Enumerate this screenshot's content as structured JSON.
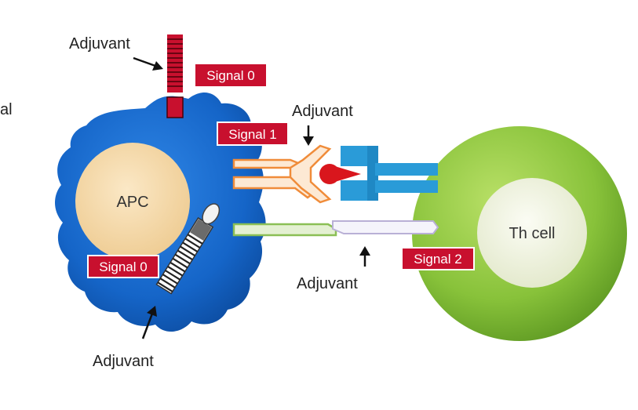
{
  "labels": {
    "adjuvant_top": "Adjuvant",
    "adjuvant_mid": "Adjuvant",
    "adjuvant_low": "Adjuvant",
    "adjuvant_bottom": "Adjuvant",
    "signal0_top": "Signal 0",
    "signal1": "Signal 1",
    "signal2": "Signal 2",
    "signal0_bottom": "Signal 0",
    "apc": "APC",
    "th_cell": "Th cell",
    "left_cut_text": "al"
  },
  "colors": {
    "apc_blue": "#1f6fd1",
    "nucleus": "#f6dcb0",
    "th_green": "#8cc43c",
    "th_nucleus": "#f2f5e6",
    "signal_red": "#c8102e",
    "mhc_orange": "#f08c3a",
    "tcr_blue": "#2a9bd8",
    "cd28_white": "#f0eef8",
    "b7_green": "#c9dfa8",
    "antigen_red": "#d9161d"
  },
  "icons": [
    "adjuvant-receptor-top",
    "adjuvant-receptor-bottom",
    "mhc-receptor",
    "tcr-receptor",
    "b7-ligand",
    "cd28-receptor",
    "antigen-peptide"
  ]
}
